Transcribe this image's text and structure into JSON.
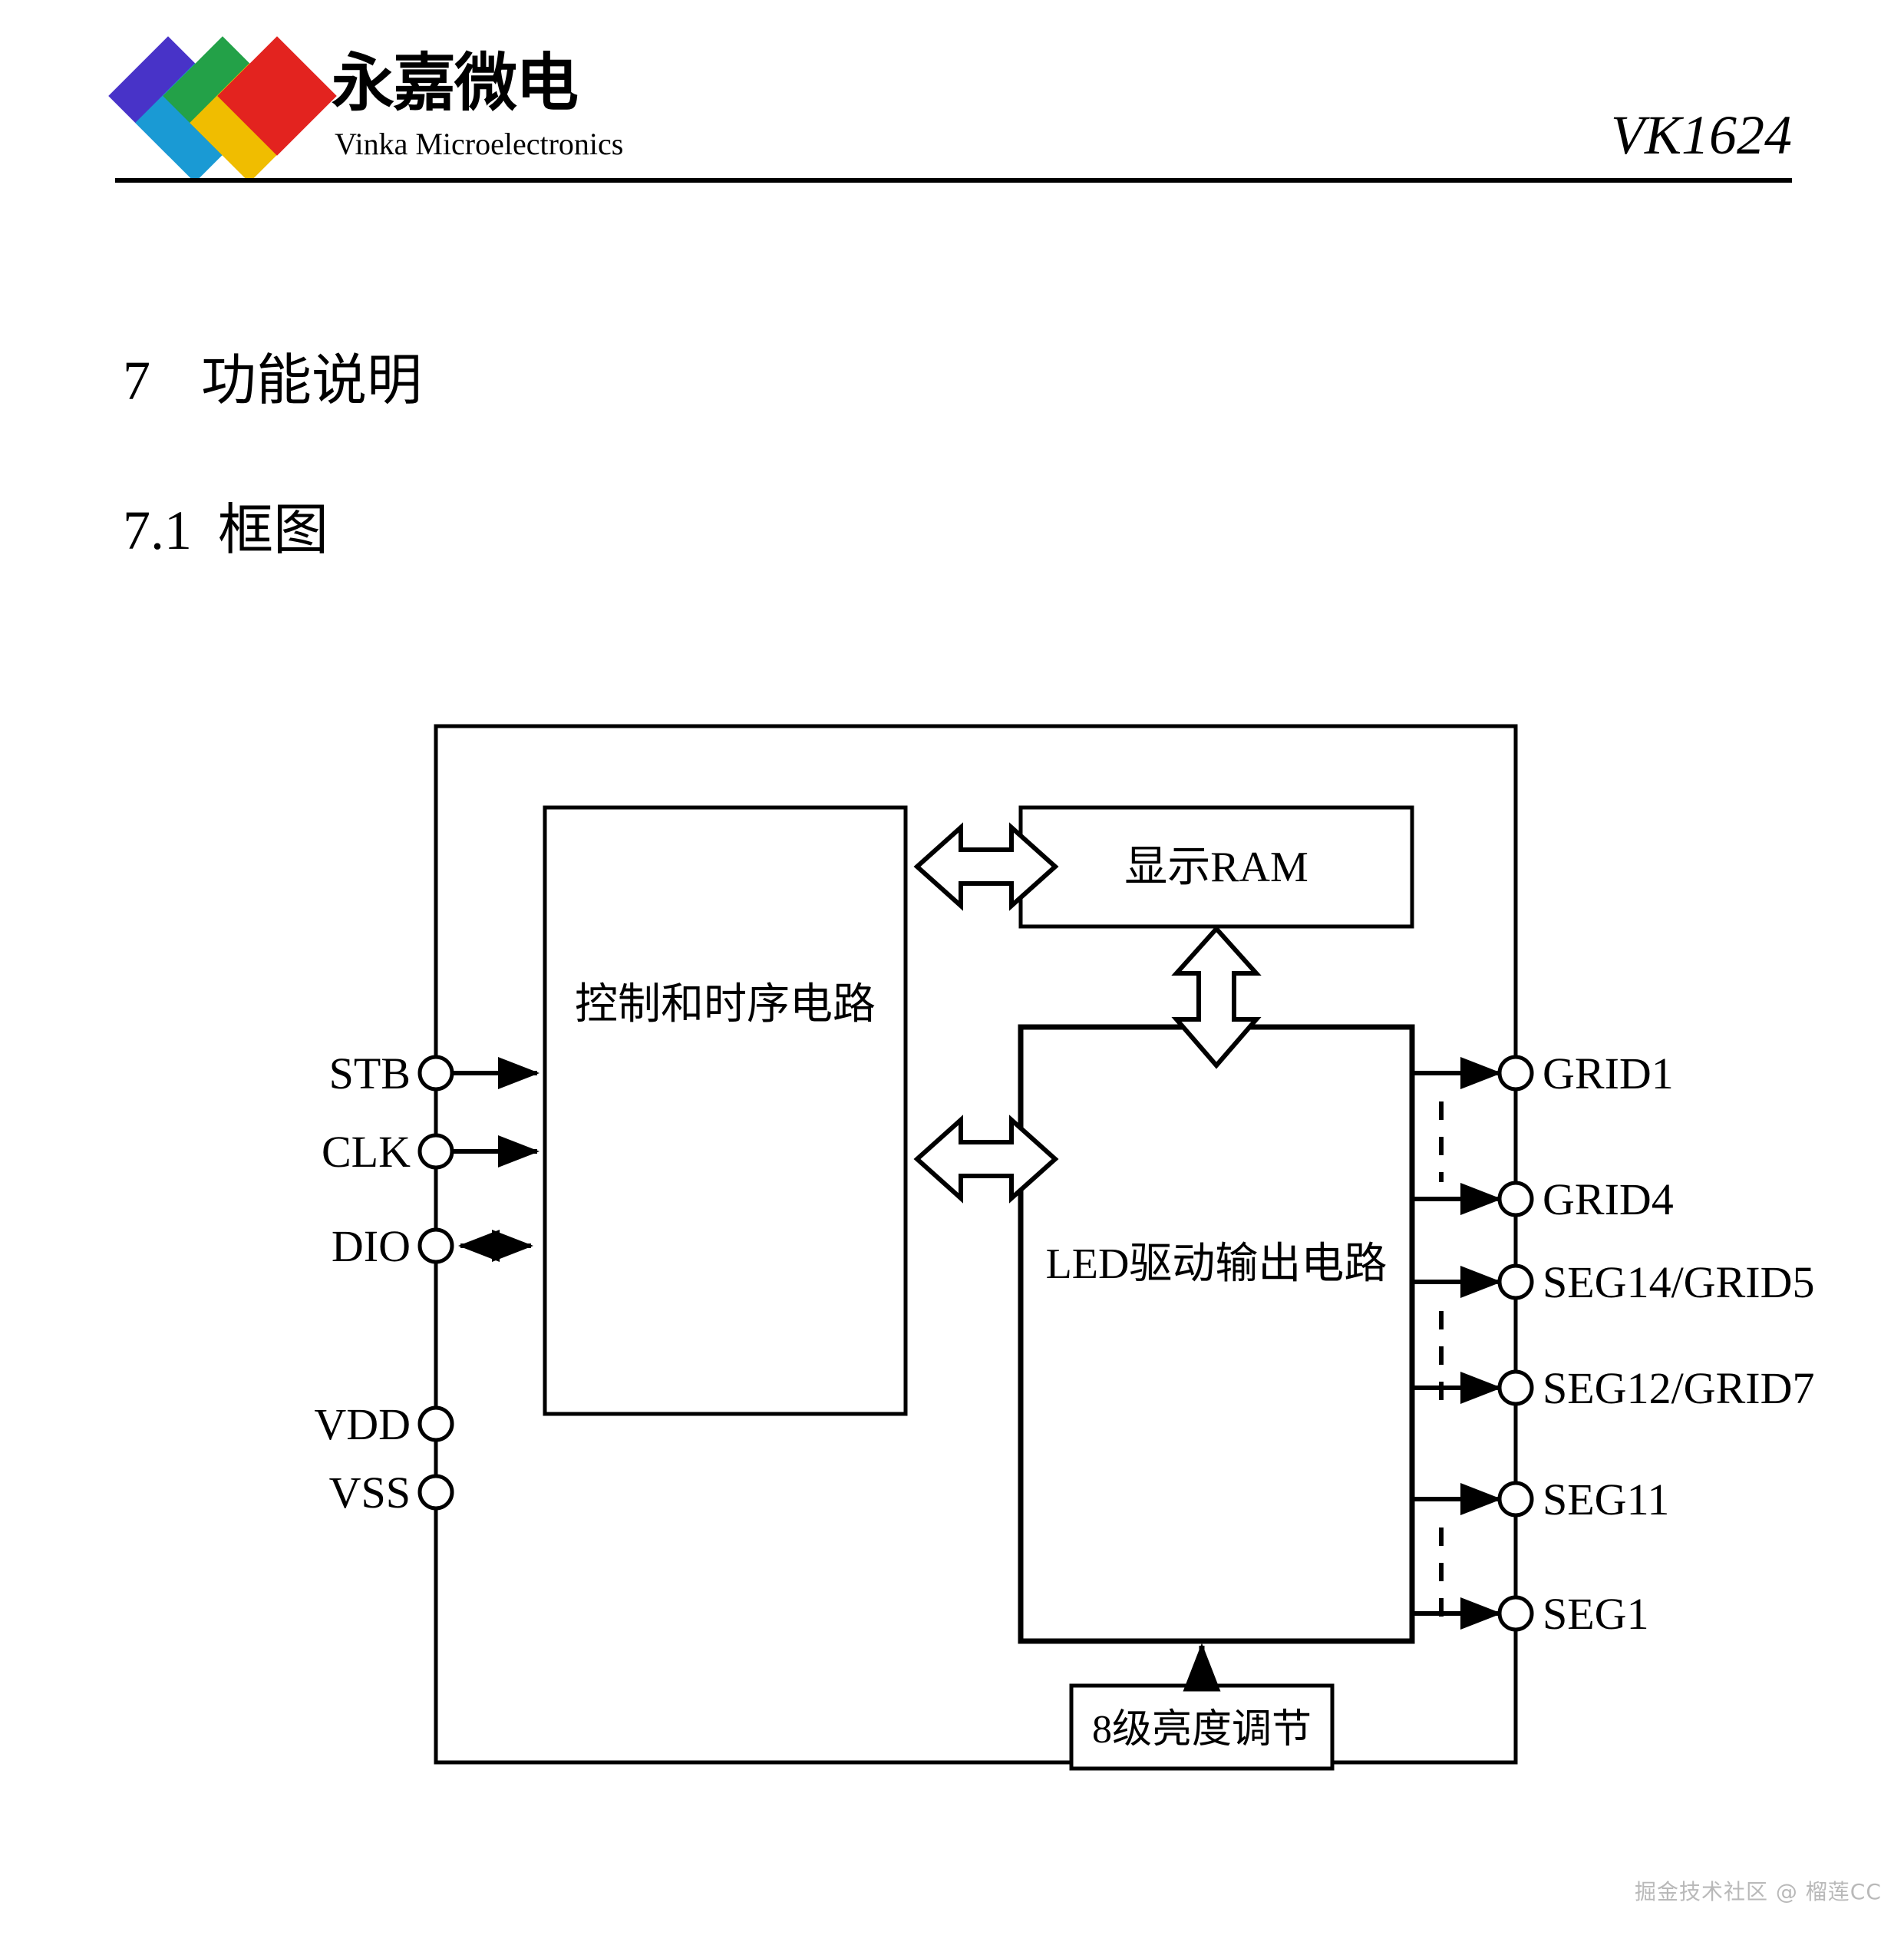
{
  "header": {
    "logo": {
      "chinese_name": "永嘉微电",
      "english_name": "Vinka Microelectronics",
      "diamond_colors": [
        "#4833c8",
        "#1a9ad4",
        "#23a148",
        "#f0bd00",
        "#e3231f"
      ]
    },
    "part_number": "VK1624"
  },
  "headings": {
    "section_number": "7",
    "section_title": "功能说明",
    "subsection_number": "7.1",
    "subsection_title": "框图"
  },
  "diagram": {
    "blocks": {
      "control": "控制和时序电路",
      "ram": "显示RAM",
      "led_driver": "LED驱动输出电路",
      "brightness": "8级亮度调节"
    },
    "input_pins": [
      {
        "label": "STB",
        "direction": "in"
      },
      {
        "label": "CLK",
        "direction": "in"
      },
      {
        "label": "DIO",
        "direction": "bidirectional"
      }
    ],
    "power_pins": [
      {
        "label": "VDD"
      },
      {
        "label": "VSS"
      }
    ],
    "output_pins": [
      {
        "label": "GRID1",
        "direction": "out"
      },
      {
        "label": "GRID4",
        "direction": "out"
      },
      {
        "label": "SEG14/GRID5",
        "direction": "out"
      },
      {
        "label": "SEG12/GRID7",
        "direction": "out"
      },
      {
        "label": "SEG11",
        "direction": "out"
      },
      {
        "label": "SEG1",
        "direction": "out"
      }
    ]
  },
  "watermark": "掘金技术社区 @ 榴莲CC"
}
